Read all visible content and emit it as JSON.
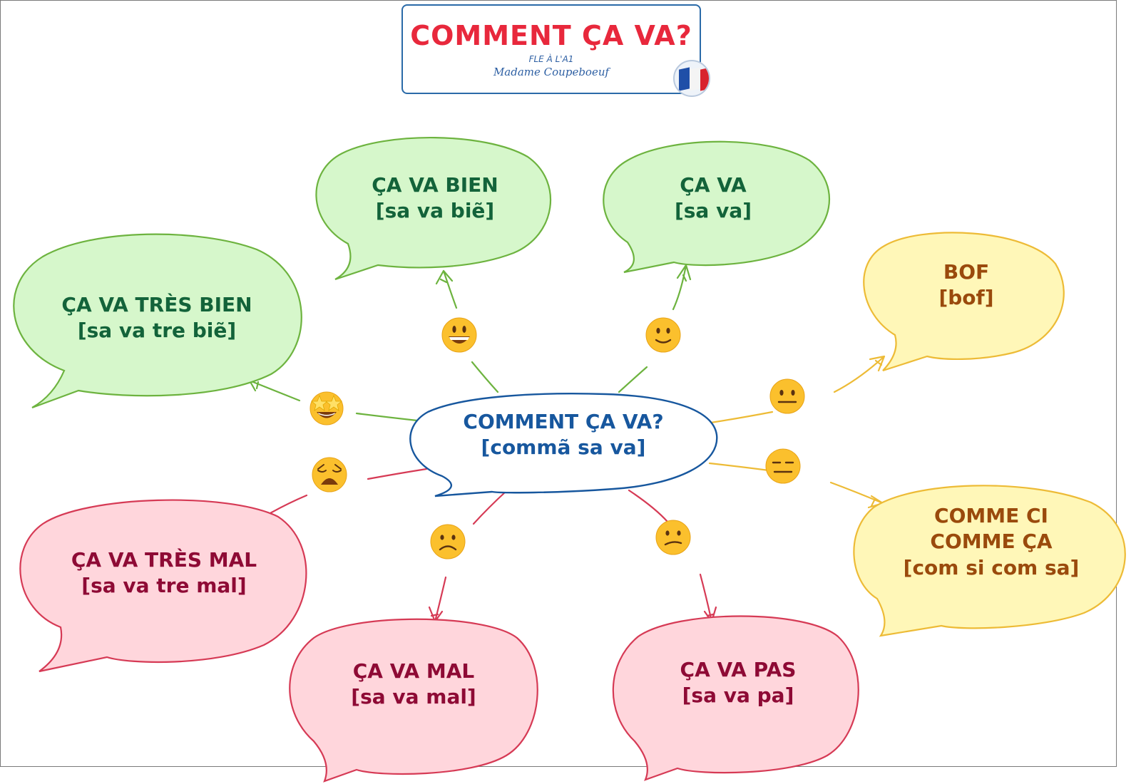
{
  "title": {
    "main": "COMMENT ÇA VA?",
    "subtitle": "FLE À L'A1",
    "author": "Madame Coupeboeuf",
    "flag_icon": "french-flag-icon",
    "colors": {
      "text": "#e8283c",
      "border": "#2a6aa8",
      "subtext": "#2d5fa3"
    }
  },
  "center": {
    "phrase": "COMMENT ÇA VA?",
    "pronunciation": "[commã sa va]",
    "color": "#17579e"
  },
  "colors": {
    "positive": {
      "fill": "#d6f7cb",
      "stroke": "#6db33f",
      "text": "#13633a"
    },
    "neutral": {
      "fill": "#fff7b8",
      "stroke": "#edbb36",
      "text": "#9a4a0c"
    },
    "negative": {
      "fill": "#ffd6dc",
      "stroke": "#d63a55",
      "text": "#8e0a35"
    }
  },
  "responses": [
    {
      "id": "tres-bien",
      "phrase": "ÇA VA TRÈS BIEN",
      "pronunciation": "[sa va tre biẽ]",
      "mood": "positive",
      "emoji": "star-struck-face-icon"
    },
    {
      "id": "bien",
      "phrase": "ÇA VA BIEN",
      "pronunciation": "[sa va biẽ]",
      "mood": "positive",
      "emoji": "grinning-face-icon"
    },
    {
      "id": "ca-va",
      "phrase": "ÇA VA",
      "pronunciation": "[sa va]",
      "mood": "positive",
      "emoji": "slightly-smiling-face-icon"
    },
    {
      "id": "bof",
      "phrase": "BOF",
      "pronunciation": "[bof]",
      "mood": "neutral",
      "emoji": "neutral-face-icon"
    },
    {
      "id": "comme-ci",
      "phrase_line1": "COMME CI",
      "phrase_line2": "COMME ÇA",
      "pronunciation": "[com si com sa]",
      "mood": "neutral",
      "emoji": "expressionless-face-icon"
    },
    {
      "id": "pas",
      "phrase": "ÇA VA PAS",
      "pronunciation": "[sa va pa]",
      "mood": "negative",
      "emoji": "confused-face-icon"
    },
    {
      "id": "mal",
      "phrase": "ÇA VA MAL",
      "pronunciation": "[sa va mal]",
      "mood": "negative",
      "emoji": "frowning-face-icon"
    },
    {
      "id": "tres-mal",
      "phrase": "ÇA VA TRÈS MAL",
      "pronunciation": "[sa va tre mal]",
      "mood": "negative",
      "emoji": "weary-face-icon"
    }
  ]
}
